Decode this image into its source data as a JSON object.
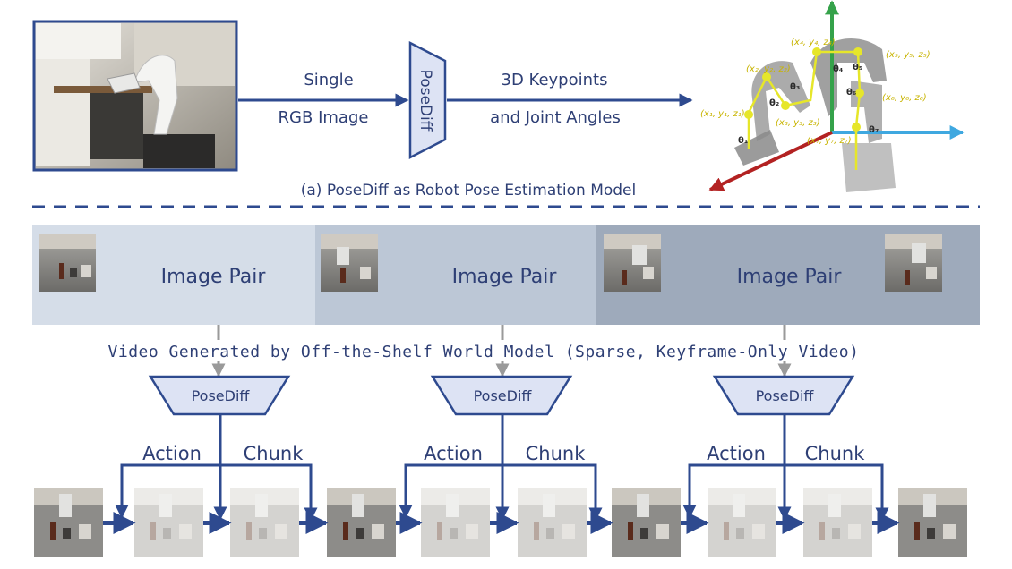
{
  "top": {
    "input_label_line1": "Single",
    "input_label_line2": "RGB Image",
    "model_label": "PoseDiff",
    "output_label_line1": "3D Keypoints",
    "output_label_line2": "and Joint Angles",
    "caption": "(a) PoseDiff as Robot Pose Estimation Model",
    "keypoints": [
      "(x₁, y₁, z₁)",
      "(x₂, y₂, z₂)",
      "(x₃, y₃, z₃)",
      "(x₄, y₄, z₄)",
      "(x₅, y₅, z₅)",
      "(x₆, y₆, z₆)",
      "(x₇, y₇, z₇)"
    ],
    "angles": [
      "θ₁",
      "θ₂",
      "θ₃",
      "θ₄",
      "θ₅",
      "θ₆",
      "θ₇"
    ]
  },
  "bottom": {
    "pair_label": "Image Pair",
    "video_caption": "Video Generated by Off-the-Shelf World Model (Sparse, Keyframe-Only Video)",
    "model_label": "PoseDiff",
    "chunk_left": "Action",
    "chunk_right": "Chunk"
  },
  "colors": {
    "navy": "#2e4a8f",
    "text": "#2e3f75",
    "trapezoid_fill": "#dde3f4",
    "pair1": "#d5dde8",
    "pair2": "#bcc7d6",
    "pair3": "#9eaabb",
    "axis_green": "#35a24a",
    "axis_blue": "#3fa8e0",
    "axis_red": "#b32222",
    "skeleton": "#e6e62a"
  }
}
